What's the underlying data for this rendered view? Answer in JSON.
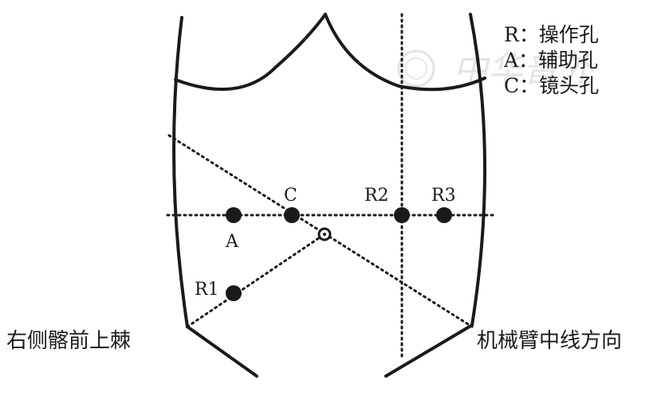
{
  "legend": {
    "items": [
      {
        "key": "R",
        "text": "R：操作孔"
      },
      {
        "key": "A",
        "text": "A：辅助孔"
      },
      {
        "key": "C",
        "text": "C：镜头孔"
      }
    ]
  },
  "ports": {
    "A": "A",
    "C": "C",
    "R1": "R1",
    "R2": "R2",
    "R3": "R3"
  },
  "side_labels": {
    "left": "右侧髂前上棘",
    "right": "机械臂中线方向"
  },
  "watermark": "中华普外"
}
